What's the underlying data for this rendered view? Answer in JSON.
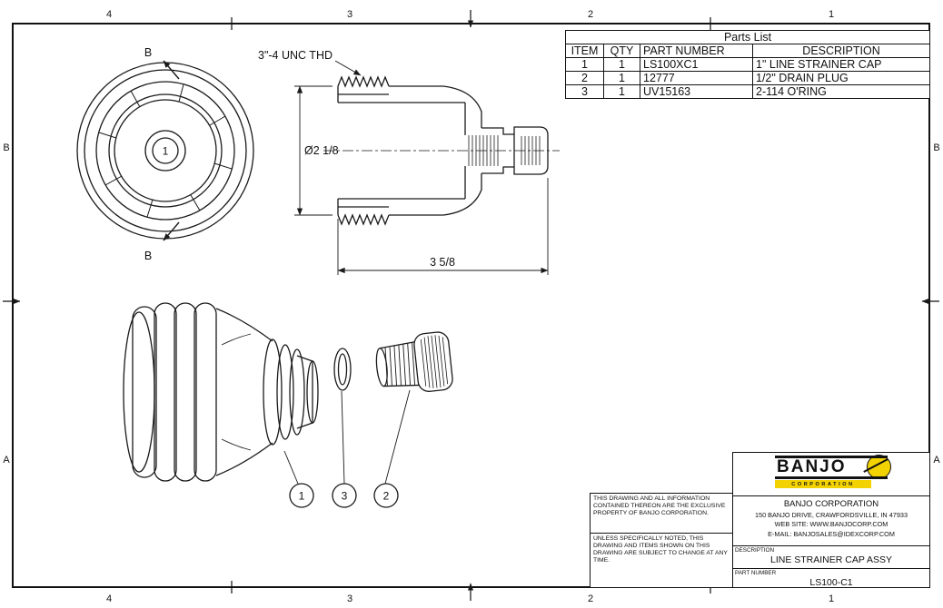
{
  "sheet": {
    "zones": {
      "top": [
        "4",
        "3",
        "2",
        "1"
      ],
      "bottom": [
        "4",
        "3",
        "2",
        "1"
      ],
      "left": [
        "B",
        "A"
      ],
      "right": [
        "B",
        "A"
      ]
    }
  },
  "parts_list": {
    "title": "Parts List",
    "headers": [
      "ITEM",
      "QTY",
      "PART NUMBER",
      "DESCRIPTION"
    ],
    "rows": [
      {
        "item": "1",
        "qty": "1",
        "part_number": "LS100XC1",
        "description": "1\" LINE STRAINER CAP"
      },
      {
        "item": "2",
        "qty": "1",
        "part_number": "12777",
        "description": "1/2\" DRAIN PLUG"
      },
      {
        "item": "3",
        "qty": "1",
        "part_number": "UV15163",
        "description": "2-114 O'RING"
      }
    ]
  },
  "drawing": {
    "section_label_top": "B",
    "section_label_bottom": "B",
    "front_center_mark": "1",
    "thread_callout": "3\"-4 UNC THD",
    "diameter_dim": "Ø2 1/8",
    "length_dim": "3 5/8",
    "balloons": [
      "1",
      "3",
      "2"
    ]
  },
  "title_block": {
    "logo": {
      "name": "BANJO",
      "subtitle": "CORPORATION"
    },
    "company": "BANJO CORPORATION",
    "address": "150 BANJO DRIVE, CRAWFORDSVILLE, IN 47933",
    "website": "WEB SITE: WWW.BANJOCORP.COM",
    "email": "E-MAIL: BANJOSALES@IDEXCORP.COM",
    "legal_1": "THIS DRAWING AND ALL INFORMATION CONTAINED THEREON ARE THE EXCLUSIVE PROPERTY OF BANJO CORPORATION.",
    "legal_2": "UNLESS SPECIFICALLY NOTED, THIS DRAWING AND ITEMS SHOWN ON THIS DRAWING ARE SUBJECT TO CHANGE AT ANY TIME.",
    "description_label": "DESCRIPTION",
    "description": "LINE STRAINER CAP ASSY",
    "part_number_label": "PART NUMBER",
    "part_number": "LS100-C1"
  },
  "colors": {
    "line": "#1a1a1a",
    "logo_yellow": "#f2d200",
    "background": "#ffffff"
  }
}
